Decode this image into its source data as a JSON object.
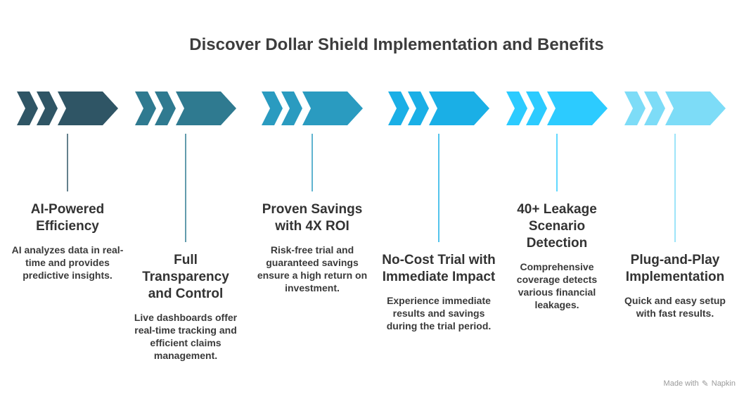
{
  "title": "Discover Dollar Shield Implementation and Benefits",
  "steps": [
    {
      "title": "AI-Powered Efficiency",
      "desc": "AI analyzes data in real-time and provides predictive insights.",
      "color": "#2f5565"
    },
    {
      "title": "Full Transparency and Control",
      "desc": "Live dashboards offer real-time tracking and efficient claims management.",
      "color": "#2f7a90"
    },
    {
      "title": "Proven Savings with 4X ROI",
      "desc": "Risk-free trial and guaranteed savings ensure a high return on investment.",
      "color": "#2a9bc0"
    },
    {
      "title": "No-Cost Trial with Immediate Impact",
      "desc": "Experience immediate results and savings during the trial period.",
      "color": "#1aafe6"
    },
    {
      "title": "40+ Leakage Scenario Detection",
      "desc": "Comprehensive coverage detects various financial leakages.",
      "color": "#2ccbff"
    },
    {
      "title": "Plug-and-Play Implementation",
      "desc": "Quick and easy setup with fast results.",
      "color": "#7ddcf7"
    }
  ],
  "footer": {
    "made_with": "Made with",
    "brand": "Napkin",
    "icon": "napkin-logo-icon"
  }
}
